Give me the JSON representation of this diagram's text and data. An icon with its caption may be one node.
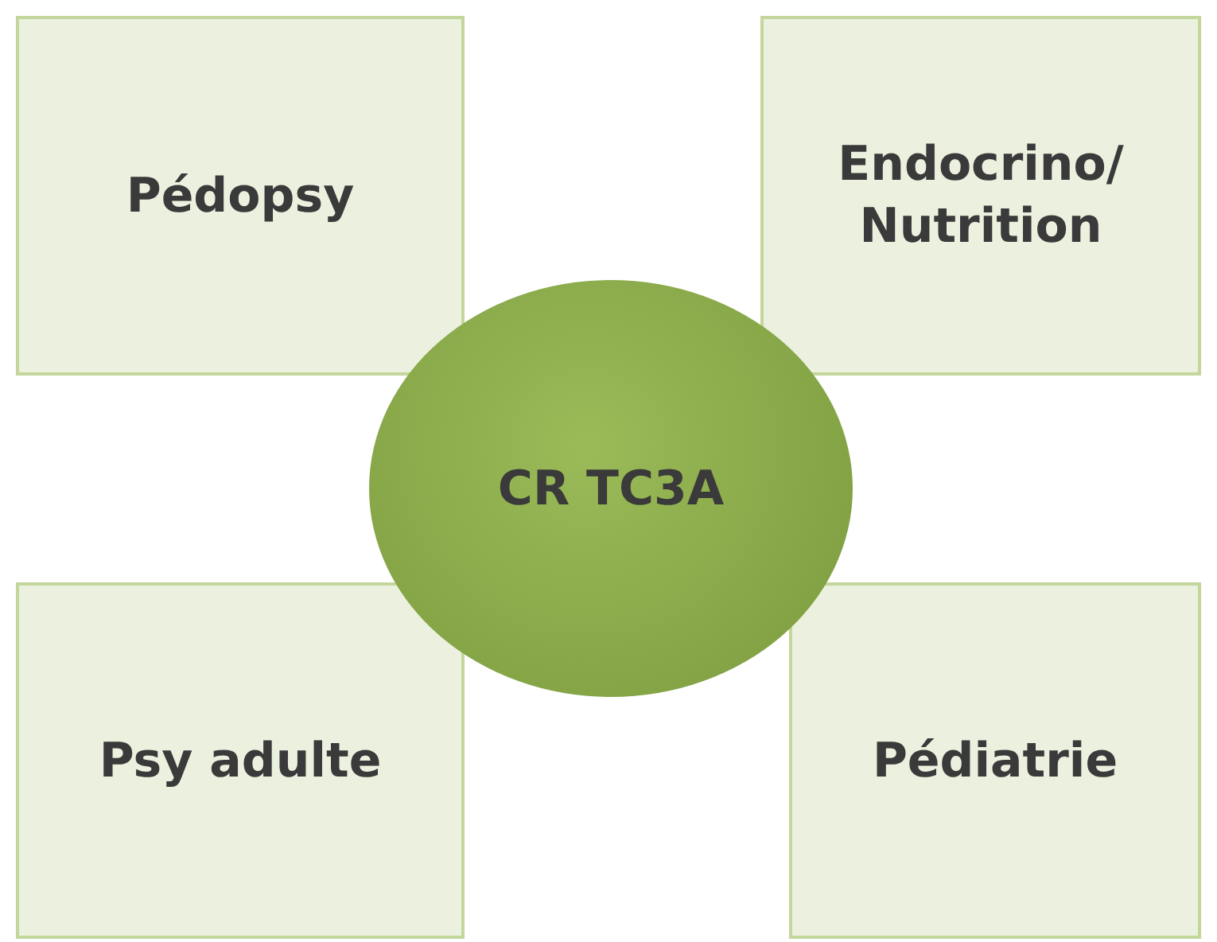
{
  "diagram": {
    "nodes": [
      {
        "text": [
          "Pédopsy"
        ]
      },
      {
        "text": [
          "Endocrino/ Nutrition"
        ]
      },
      {
        "text": [
          "CR TC3A"
        ]
      },
      {
        "text": [
          "Psy adulte"
        ]
      },
      {
        "text": [
          "Pédiatrie"
        ]
      }
    ],
    "edges": []
  }
}
